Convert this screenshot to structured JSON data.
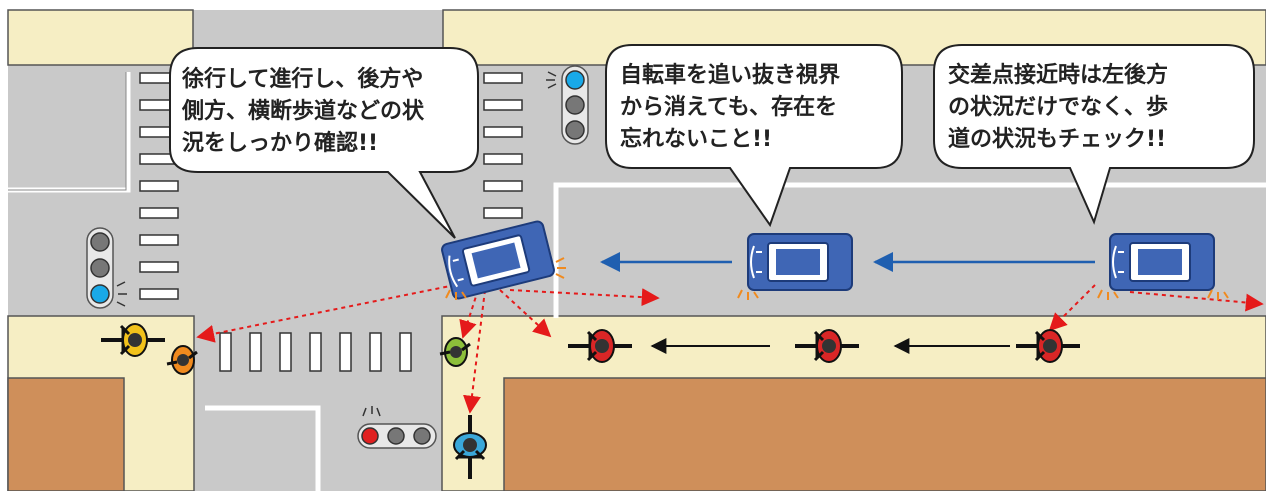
{
  "bubbles": [
    {
      "lines": [
        "徐行して進行し、後方や",
        "側方、横断歩道などの状",
        "況をしっかり確認!!"
      ]
    },
    {
      "lines": [
        "自転車を追い抜き視界",
        "から消えても、存在を",
        "忘れないこと!!"
      ]
    },
    {
      "lines": [
        "交差点接近時は左後方",
        "の状況だけでなく、歩",
        "道の状況もチェック!!"
      ]
    }
  ],
  "colors": {
    "road": "#c9c9c9",
    "sidewalk": "#f6eec4",
    "building": "#cf8f5a",
    "car": "#3f66b5",
    "red_arrow": "#e51a1a",
    "blue_arrow": "#1f5fb0",
    "signal_blue": "#19a9e8",
    "signal_red": "#e02020",
    "cyclist_red": "#d92626",
    "cyclist_yellow": "#f2c21b",
    "cyclist_green": "#8dbf3a",
    "cyclist_cyan": "#3aa7d9"
  },
  "icons": [
    "car-icon",
    "cyclist-icon",
    "pedestrian-icon",
    "traffic-light-icon",
    "crosswalk-icon"
  ]
}
